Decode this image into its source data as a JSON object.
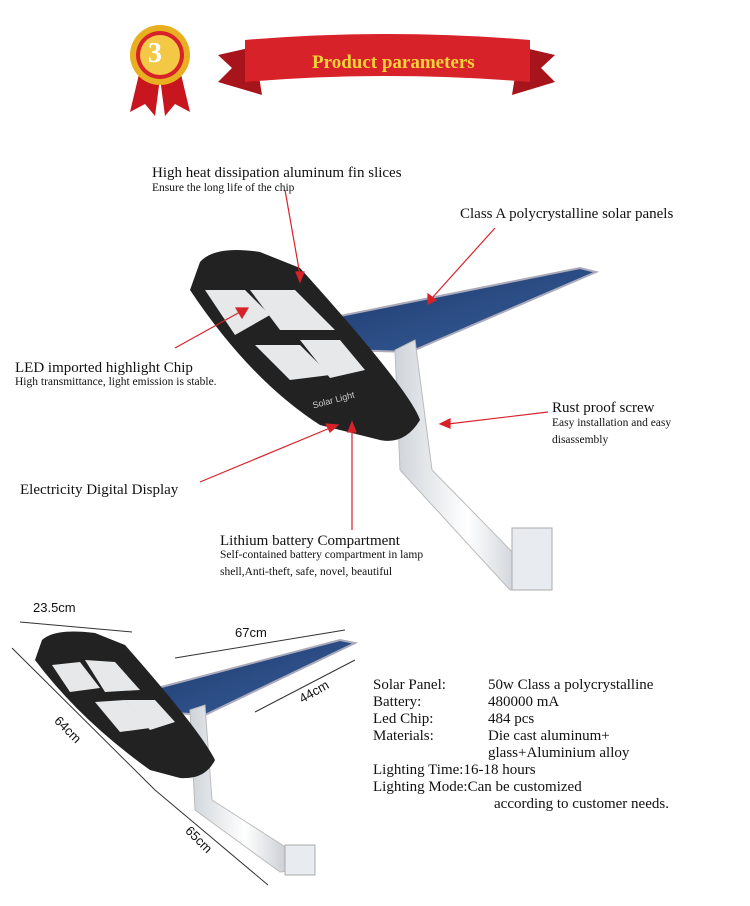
{
  "banner": {
    "badge_number": "3",
    "title": "Product parameters",
    "ribbon_color": "#d8222a",
    "text_color": "#f6d23a",
    "medal_color": "#e8b020"
  },
  "callouts": [
    {
      "title": "High heat dissipation aluminum fin slices",
      "desc": "Ensure the long life of the chip"
    },
    {
      "title": "Class A polycrystalline solar panels",
      "desc": ""
    },
    {
      "title": "LED imported highlight Chip",
      "desc": "High transmittance,  light emission is stable."
    },
    {
      "title": "Rust proof screw",
      "desc": "Easy installation and easy disassembly"
    },
    {
      "title": "Electricity Digital Display",
      "desc": ""
    },
    {
      "title": "Lithium battery Compartment",
      "desc": "Self-contained battery compartment in lamp shell,Anti-theft, safe, novel, beautiful"
    }
  ],
  "lamp_label": "Solar Light",
  "dimensions": {
    "head_width": "23.5cm",
    "head_length": "64cm",
    "panel_width": "67cm",
    "panel_height": "44cm",
    "arm_length": "65cm"
  },
  "specs": [
    {
      "label": "Solar Panel:",
      "value": "50w Class a polycrystalline"
    },
    {
      "label": "Battery:",
      "value": "480000 mA"
    },
    {
      "label": "Led Chip:",
      "value": "484 pcs"
    },
    {
      "label": "Materials:",
      "value": "Die cast aluminum+",
      "value2": "glass+Aluminium alloy"
    },
    {
      "label": "Lighting Time:",
      "value": "16-18 hours"
    },
    {
      "label": "Lighting Mode:",
      "value": "Can be customized",
      "value2": "according to customer needs."
    }
  ],
  "arrow_color": "#d8222a"
}
